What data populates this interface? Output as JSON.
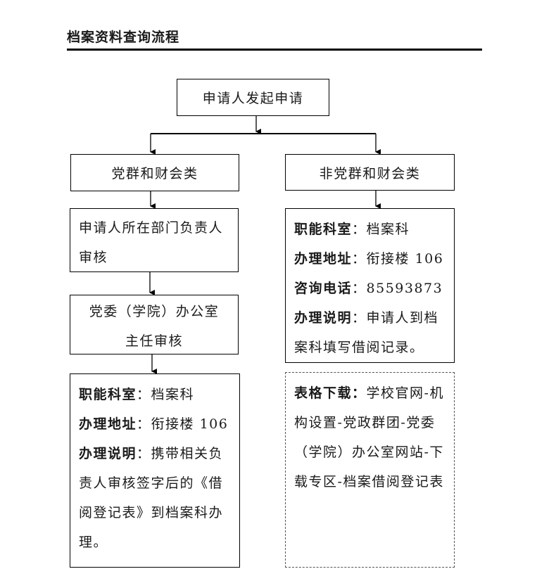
{
  "title": "档案资料查询流程",
  "start": "申请人发起申请",
  "left": {
    "category": "党群和财会类",
    "step1": "申请人所在部门负责人审核",
    "step2_line1": "党委（学院）办公室",
    "step2_line2": "主任审核",
    "info": {
      "dept_label": "职能科室",
      "dept_value": "档案科",
      "addr_label": "办理地址",
      "addr_value": "衔接楼 106",
      "note_label": "办理说明",
      "note_value": "携带相关负责人审核签字后的《借阅登记表》到档案科办理。"
    }
  },
  "right": {
    "category": "非党群和财会类",
    "info": {
      "dept_label": "职能科室",
      "dept_value": "档案科",
      "addr_label": "办理地址",
      "addr_value": "衔接楼 106",
      "phone_label": "咨询电话",
      "phone_value": "85593873",
      "note_label": "办理说明",
      "note_value": "申请人到档案科填写借阅记录。"
    },
    "download": {
      "label": "表格下载",
      "value": "学校官网-机构设置-党政群团-党委（学院）办公室网站-下载专区-档案借阅登记表"
    }
  }
}
